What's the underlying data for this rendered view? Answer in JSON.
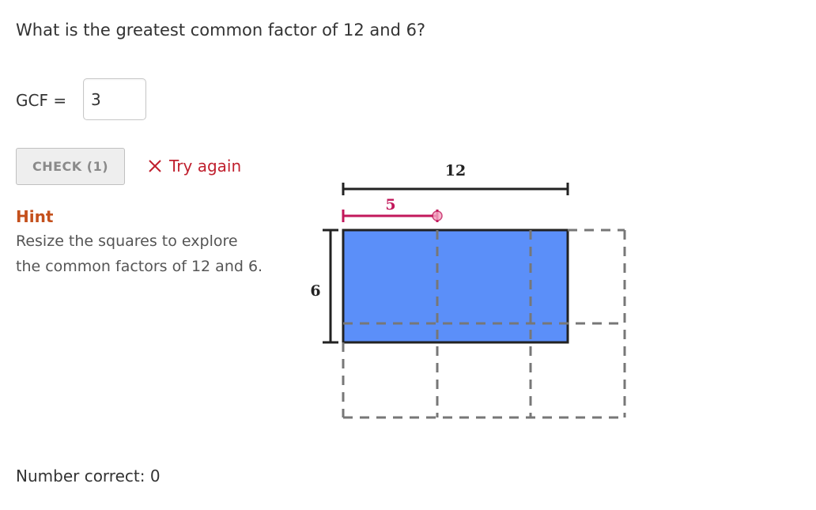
{
  "question": {
    "text": "What is the greatest common factor of 12 and 6?"
  },
  "answer": {
    "label": "GCF =",
    "value": "3"
  },
  "check_button": {
    "label": "CHECK (1)"
  },
  "feedback": {
    "icon": "x-icon",
    "text": "Try again",
    "color": "#c0202e"
  },
  "hint": {
    "title": "Hint",
    "lines": [
      "Resize the squares to explore",
      "the common factors of 12 and 6."
    ]
  },
  "score": {
    "text": "Number correct: 0"
  },
  "visualization": {
    "width_value": "12",
    "height_value": "6",
    "square_size_value": "5",
    "rectangle_color": "#5b8ff9",
    "slider_color": "#c2185b",
    "grid_line_color": "#777777"
  }
}
